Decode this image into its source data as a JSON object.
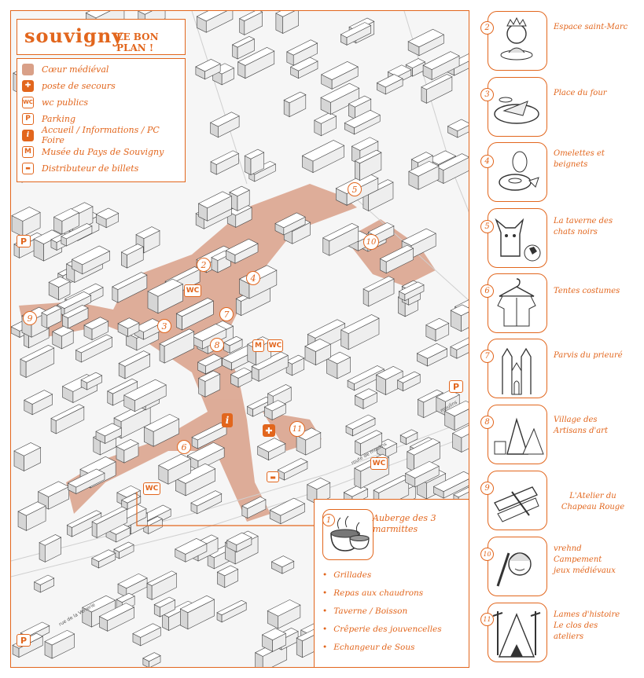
{
  "title": {
    "main": "souvigny",
    "sub": "LE BON PLAN !"
  },
  "legend": [
    {
      "icon": "medieval-area-swatch",
      "label": "Cœur médiéval"
    },
    {
      "icon": "first-aid-icon",
      "glyph": "✚",
      "label": "poste de secours"
    },
    {
      "icon": "wc-icon",
      "glyph": "WC",
      "label": "wc publics"
    },
    {
      "icon": "parking-icon",
      "glyph": "P",
      "label": "Parking"
    },
    {
      "icon": "info-icon",
      "glyph": "i",
      "label": "Accueil / Informations / PC Foire"
    },
    {
      "icon": "museum-icon",
      "glyph": "M",
      "label": "Musée du Pays de Souvigny"
    },
    {
      "icon": "atm-icon",
      "glyph": "▬",
      "label": "Distributeur de billets"
    }
  ],
  "map": {
    "colors": {
      "medieval": "#d9a088",
      "accent": "#e2661d",
      "building": "#ffffff",
      "outline": "#333333"
    },
    "numbers": [
      "2",
      "3",
      "4",
      "5",
      "6",
      "7",
      "8",
      "9",
      "10",
      "11",
      "1"
    ],
    "pins": {
      "wc": "WC",
      "museum": "M",
      "parking": "P",
      "info": "i",
      "first_aid": "✚",
      "atm": "▬"
    },
    "road_labels": [
      "route de moulins",
      "moulins",
      "rue de la Verrerie"
    ]
  },
  "auberge": {
    "number": "1",
    "title": "Auberge des 3 marmittes",
    "items": [
      "Grillades",
      "Repas aux chaudrons",
      "Taverne / Boisson",
      "Crêperie des jouvencelles",
      "Echangeur de Sous"
    ]
  },
  "sidebar": [
    {
      "num": "2",
      "label": "Espace saint-Marc",
      "icon": "king-eating-icon"
    },
    {
      "num": "3",
      "label": "Place du four",
      "icon": "pizza-icon"
    },
    {
      "num": "4",
      "label": "Omelettes et beignets",
      "icon": "donut-egg-icon"
    },
    {
      "num": "5",
      "label": "La taverne des chats noirs",
      "icon": "black-cat-icon"
    },
    {
      "num": "6",
      "label": "Tentes costumes",
      "icon": "coat-hanger-icon"
    },
    {
      "num": "7",
      "label": "Parvis du prieuré",
      "icon": "church-icon"
    },
    {
      "num": "8",
      "label": "Village des Artisans d'art",
      "icon": "tents-icon"
    },
    {
      "num": "9",
      "label": "L'Atelier du Chapeau Rouge",
      "icon": "papers-icon"
    },
    {
      "num": "10",
      "label": "vrehnd Campement jeux médiévaux",
      "icon": "knight-child-icon"
    },
    {
      "num": "11",
      "label": "Lames d'histoire Le clos des ateliers",
      "icon": "weapons-tent-icon"
    }
  ]
}
